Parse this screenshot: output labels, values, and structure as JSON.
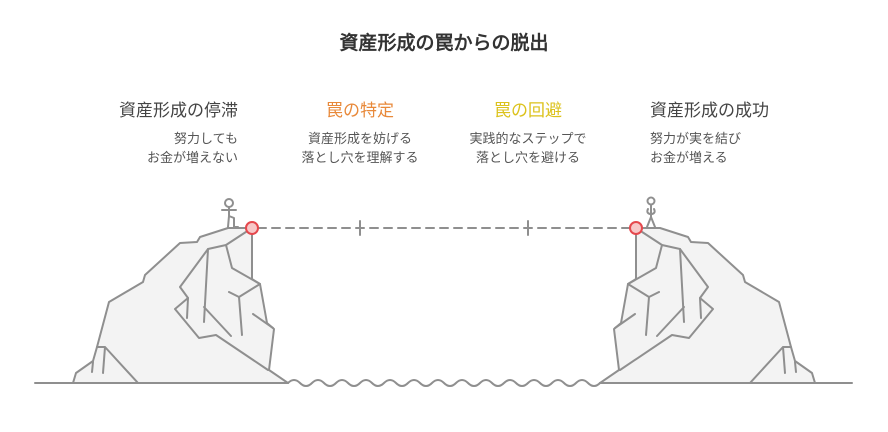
{
  "title": "資産形成の罠からの脱出",
  "stages": [
    {
      "heading": "資産形成の停滞",
      "desc": [
        "努力しても",
        "お金が増えない"
      ]
    },
    {
      "heading": "罠の特定",
      "desc": [
        "資産形成を妨げる",
        "落とし穴を理解する"
      ]
    },
    {
      "heading": "罠の回避",
      "desc": [
        "実践的なステップで",
        "落とし穴を避ける"
      ]
    },
    {
      "heading": "資産形成の成功",
      "desc": [
        "努力が実を結び",
        "お金が増える"
      ]
    }
  ],
  "colors": {
    "heading_default": "#444444",
    "orange": "#e8893a",
    "yellow": "#dcc21c",
    "marker": "#e5484d",
    "line": "#8f8f8f",
    "cliff_fill": "#f3f3f3"
  }
}
